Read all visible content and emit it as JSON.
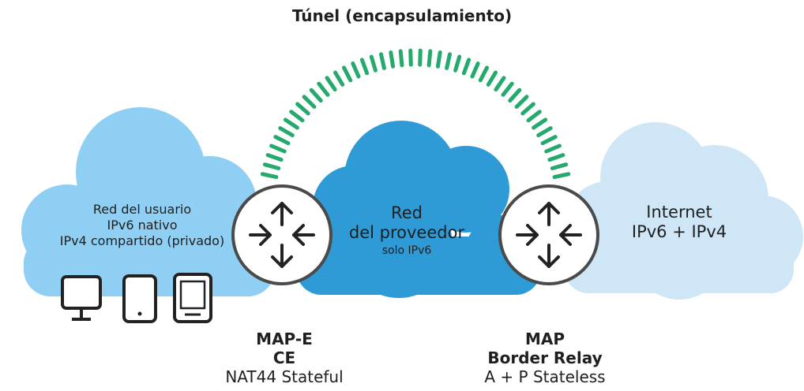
{
  "title": "Túnel (encapsulamiento)",
  "clouds": {
    "user": {
      "lines": [
        "Red del usuario",
        "IPv6 nativo",
        "IPv4 compartido (privado)"
      ],
      "color": "#8ecff3"
    },
    "provider": {
      "lines": [
        "Red",
        "del proveedor",
        "solo IPv6"
      ],
      "color": "#2e9ad6"
    },
    "internet": {
      "lines": [
        "Internet",
        "IPv6 + IPv4"
      ],
      "color": "#cfe6f7"
    }
  },
  "tunnel": {
    "color": "#26a96c"
  },
  "routers": {
    "ce": {
      "icon": "router-icon",
      "bold_lines": [
        "MAP-E",
        "CE"
      ],
      "normal_line": "NAT44 Stateful"
    },
    "br": {
      "icon": "router-icon",
      "bold_lines": [
        "MAP",
        "Border Relay"
      ],
      "normal_line": "A + P Stateless"
    }
  },
  "devices": [
    "monitor-icon",
    "tablet-icon",
    "phone-icon"
  ]
}
